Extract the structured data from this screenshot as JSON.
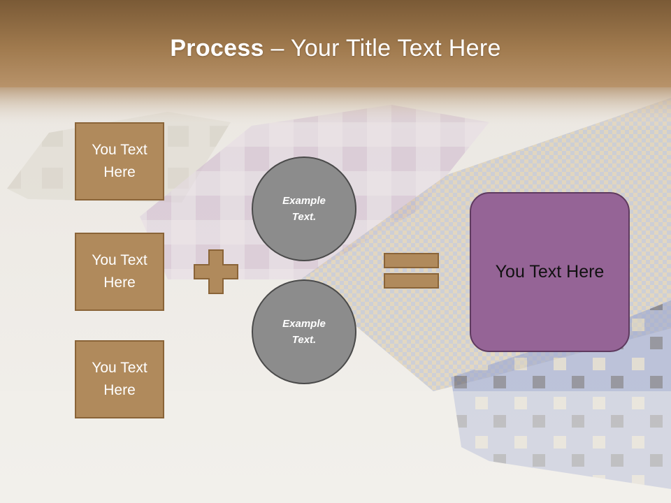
{
  "slide": {
    "title_bold": "Process",
    "title_rest": " – Your Title Text Here",
    "boxes": [
      {
        "text": "You Text Here"
      },
      {
        "text": "You Text Here"
      },
      {
        "text": "You Text Here"
      }
    ],
    "circles": [
      {
        "text": "Example Text."
      },
      {
        "text": "Example Text."
      }
    ],
    "result_text": "You Text Here",
    "icons": {
      "plus": "plus-icon",
      "equals": "equals-icon"
    },
    "colors": {
      "header_brown": "#8c6a45",
      "box_fill": "#b08a5c",
      "box_border": "#8a6438",
      "circle_fill": "#8c8c8c",
      "circle_border": "#4a4a4a",
      "result_fill": "#956496",
      "result_border": "#5e3a5f"
    }
  }
}
